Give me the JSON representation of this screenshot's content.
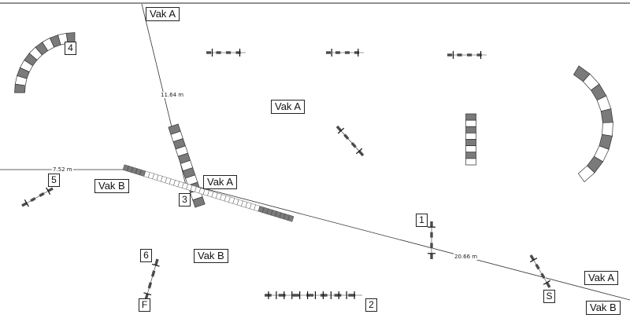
{
  "zones": {
    "a_top": "Vak A",
    "a_center": "Vak A",
    "a_mid": "Vak A",
    "a_right": "Vak A",
    "b_left": "Vak B",
    "b_center": "Vak B",
    "b_right": "Vak B"
  },
  "obstacles": {
    "n1": "1",
    "n2": "2",
    "n3": "3",
    "n4": "4",
    "n5": "5",
    "n6": "6",
    "start": "S",
    "finish": "F"
  },
  "measurements": {
    "m1": "11.64 m",
    "m2": "7.52 m",
    "m3": "20.66 m"
  },
  "colors": {
    "line": "#222222",
    "pole_dark": "#555555",
    "tunnel_dark": "#7a7a7a",
    "tunnel_light": "#ffffff"
  }
}
